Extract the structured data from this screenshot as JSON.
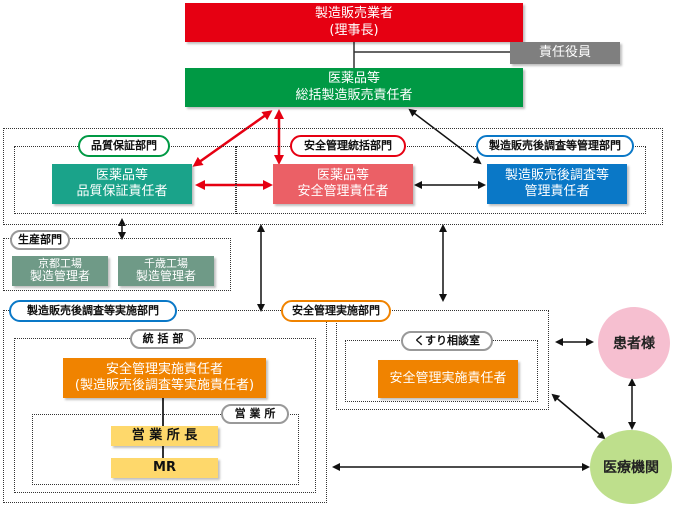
{
  "boxes": {
    "manufacturer": [
      "製造販売業者",
      "(理事長)"
    ],
    "officer": "責任役員",
    "general_manager": [
      "医薬品等",
      "総括製造販売責任者"
    ],
    "qa_manager": [
      "医薬品等",
      "品質保証責任者"
    ],
    "safety_manager": [
      "医薬品等",
      "安全管理責任者"
    ],
    "pms_manager": [
      "製造販売後調査等",
      "管理責任者"
    ],
    "kyoto_plant": [
      "京都工場",
      "製造管理者"
    ],
    "chitose_plant": [
      "千歳工場",
      "製造管理者"
    ],
    "safety_impl_main": [
      "安全管理実施責任者",
      "(製造販売後調査等実施責任者)"
    ],
    "safety_impl_consult": "安全管理実施責任者",
    "branch_manager": "営 業 所 長",
    "mr": "MR"
  },
  "labels": {
    "qa_dept": "品質保証部門",
    "safety_dept": "安全管理統括部門",
    "pms_mgmt_dept": "製造販売後調査等管理部門",
    "production_dept": "生産部門",
    "pms_impl_dept": "製造販売後調査等実施部門",
    "safety_impl_dept": "安全管理実施部門",
    "general_div": "統 括 部",
    "sales_office": "営 業 所",
    "consult_room": "くすり相談室"
  },
  "external": {
    "patients": "患者様",
    "medical": "医療機関"
  },
  "colors": {
    "red": "#e60012",
    "grey": "#7f7f7f",
    "green": "#009944",
    "teal": "#1aa38a",
    "salmon": "#eb6066",
    "blue": "#0a78c7",
    "sage": "#6f9a87",
    "orange": "#f08300",
    "yellow": "#fed86b",
    "pink": "#f6bfd0",
    "lightgreen": "#bedf8c"
  }
}
